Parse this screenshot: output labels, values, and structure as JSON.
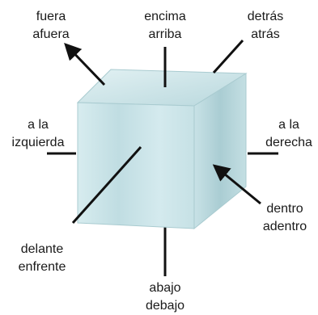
{
  "labels": {
    "up": {
      "line1": "encima",
      "line2": "arriba"
    },
    "out": {
      "line1": "fuera",
      "line2": "afuera"
    },
    "back": {
      "line1": "detrás",
      "line2": "atrás"
    },
    "left": {
      "line1": "a la",
      "line2": "izquierda"
    },
    "right": {
      "line1": "a la",
      "line2": "derecha"
    },
    "in": {
      "line1": "dentro",
      "line2": "adentro"
    },
    "front": {
      "line1": "delante",
      "line2": "enfrente"
    },
    "down": {
      "line1": "abajo",
      "line2": "debajo"
    }
  },
  "colors": {
    "line": "#111111",
    "cube_front": "#cfe6ea",
    "cube_top": "#c2dfe4",
    "cube_side": "#b8d6db",
    "cube_edge": "#9fc3c9"
  }
}
